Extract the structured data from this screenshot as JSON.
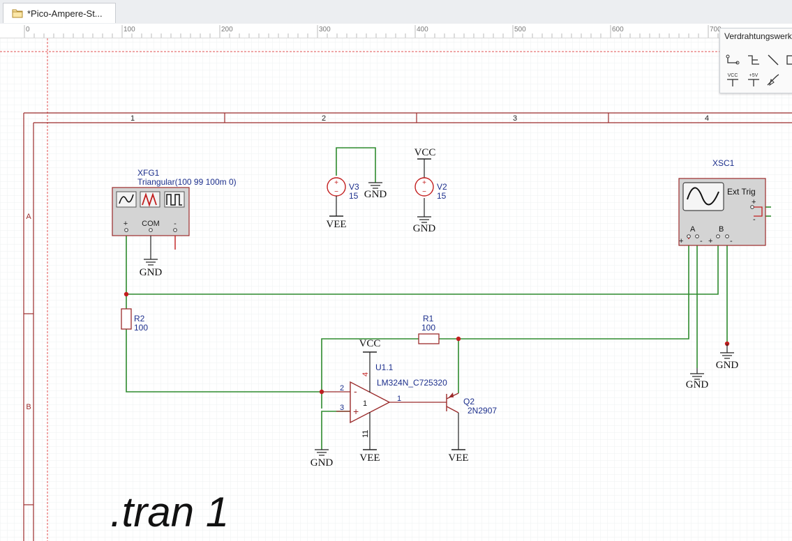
{
  "tab": {
    "title": "*Pico-Ampere-St..."
  },
  "ruler": {
    "ticks": [
      "0",
      "100",
      "200",
      "300",
      "400",
      "500",
      "600",
      "700"
    ]
  },
  "palette": {
    "title": "Verdrahtungswerk",
    "vcc_label": "VCC",
    "plus5v_label": "+5V"
  },
  "frame": {
    "columns": [
      "1",
      "2",
      "3",
      "4"
    ],
    "rows": [
      "A",
      "B"
    ]
  },
  "components": {
    "xfg1": {
      "name": "XFG1",
      "value": "Triangular(100 99 100m 0)",
      "plus": "+",
      "com": "COM",
      "minus": "-"
    },
    "v3": {
      "name": "V3",
      "value": "15"
    },
    "v2": {
      "name": "V2",
      "value": "15"
    },
    "xsc1": {
      "name": "XSC1",
      "ext_trig": "Ext Trig",
      "ch_a": "A",
      "ch_b": "B",
      "plus": "+",
      "minus": "-"
    },
    "r2": {
      "name": "R2",
      "value": "100"
    },
    "r1": {
      "name": "R1",
      "value": "100"
    },
    "u1": {
      "name": "U1.1",
      "part": "LM324N_C725320",
      "pin_vcc": "4",
      "pin_inv": "2",
      "pin_noninv": "3",
      "pin_out": "1",
      "pin_vee": "11",
      "unit": "1",
      "inv_sign": "-",
      "noninv_sign": "+"
    },
    "q2": {
      "name": "Q2",
      "part": "2N2907"
    }
  },
  "power": {
    "gnd": "GND",
    "vcc": "VCC",
    "vee": "VEE"
  },
  "directive": ".tran 1"
}
